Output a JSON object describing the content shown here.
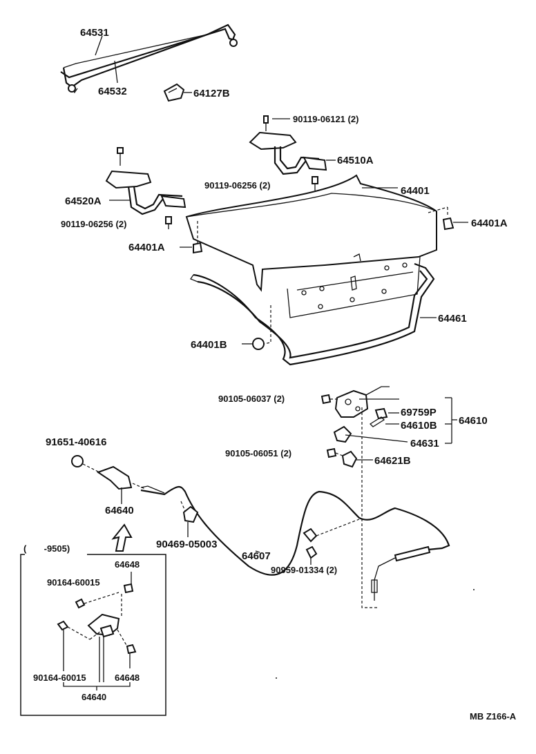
{
  "diagram": {
    "code": "MB Z166-A",
    "bracket_range": "(       -9505)",
    "labels": {
      "p64531": "64531",
      "p64532": "64532",
      "p64127B": "64127B",
      "p90119_06121": "90119-06121 (2)",
      "p64510A": "64510A",
      "p64401": "64401",
      "p90119_06256_r": "90119-06256 (2)",
      "p64520A": "64520A",
      "p90119_06256_l": "90119-06256 (2)",
      "p64401A_r": "64401A",
      "p64401A_l": "64401A",
      "p64461": "64461",
      "p64401B": "64401B",
      "p90105_06037": "90105-06037 (2)",
      "p69759P": "69759P",
      "p64610B": "64610B",
      "p64610": "64610",
      "p64631": "64631",
      "p91651_40616": "91651-40616",
      "p90105_06051": "90105-06051 (2)",
      "p64621B": "64621B",
      "p64640_top": "64640",
      "p90469_05003": "90469-05003",
      "p64607": "64607",
      "p90959_01334": "90959-01334 (2)",
      "p64648_top": "64648",
      "p90164_60015_top": "90164-60015",
      "p90164_60015_bot": "90164-60015",
      "p64648_bot": "64648",
      "p64640_bot": "64640"
    }
  }
}
